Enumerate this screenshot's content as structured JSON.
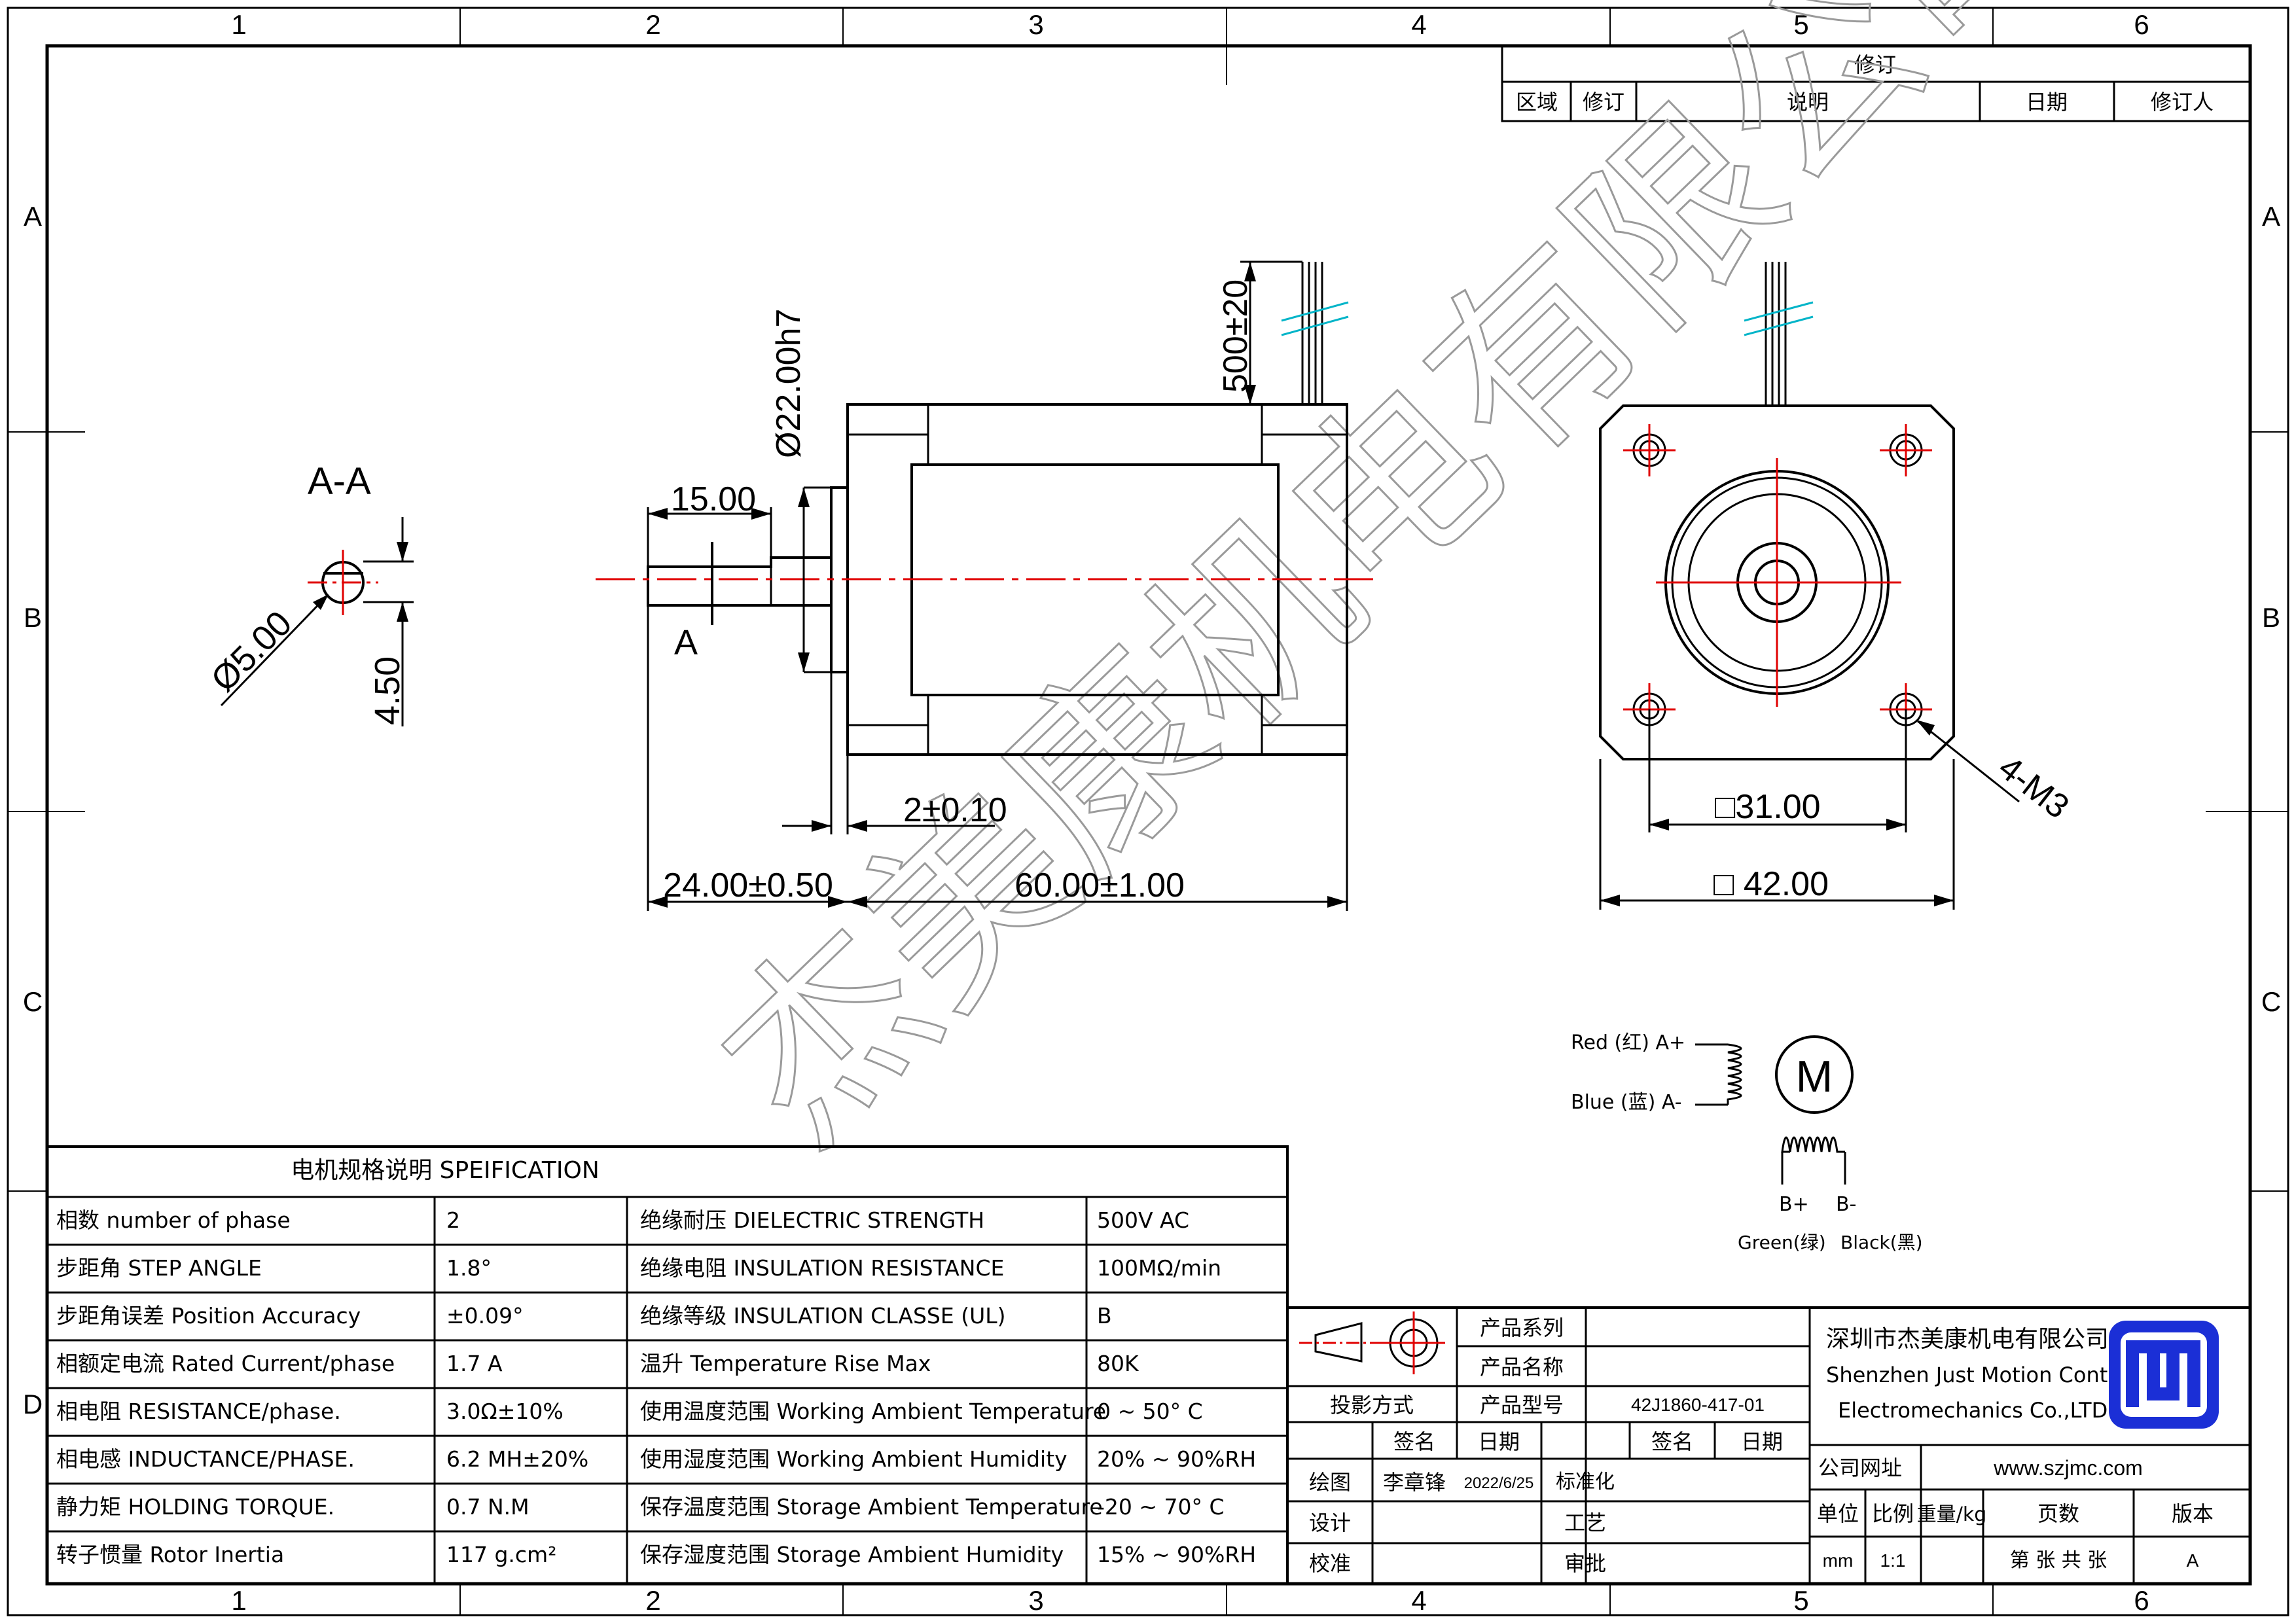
{
  "frame": {
    "top_cols": [
      "1",
      "2",
      "3",
      "4",
      "5",
      "6"
    ],
    "bottom_cols": [
      "1",
      "2",
      "3",
      "4",
      "5",
      "6"
    ],
    "left_rows": [
      "A",
      "B",
      "C",
      "D"
    ],
    "right_rows": [
      "A",
      "B",
      "C"
    ]
  },
  "revision": {
    "title": "修订",
    "headers": [
      "区域",
      "修订",
      "说明",
      "日期",
      "修订人"
    ]
  },
  "section_view": {
    "title": "A-A",
    "dia": "Ø5.00",
    "flat": "4.50"
  },
  "side_view": {
    "lead_len": "500±20",
    "boss_dia": "Ø22.00h7",
    "shaft_len": "15.00",
    "section_mark": "A",
    "boss_h": "2±0.10",
    "shaft_total": "24.00±0.50",
    "body_len": "60.00±1.00"
  },
  "front_view": {
    "hole_spacing": "□31.00",
    "flange": "□ 42.00",
    "screws": "4-M3"
  },
  "wiring": {
    "red": "Red (红) A+",
    "blue": "Blue (蓝) A-",
    "motor": "M",
    "b_plus": "B+",
    "b_minus": "B-",
    "green": "Green(绿)",
    "black": "Black(黑)"
  },
  "watermark": "杰美康机电有限公司",
  "spec": {
    "title": "电机规格说明 SPEIFICATION",
    "rows": [
      {
        "l": "相数 number of phase",
        "v": "2",
        "l2": "绝缘耐压 DIELECTRIC STRENGTH",
        "v2": "500V AC"
      },
      {
        "l": "步距角 STEP ANGLE",
        "v": "1.8°",
        "l2": "绝缘电阻 INSULATION RESISTANCE",
        "v2": "100MΩ/min"
      },
      {
        "l": "步距角误差 Position Accuracy",
        "v": "±0.09°",
        "l2": "绝缘等级 INSULATION CLASSE (UL)",
        "v2": "B"
      },
      {
        "l": "相额定电流 Rated Current/phase",
        "v": "1.7 A",
        "l2": "温升 Temperature Rise Max",
        "v2": "80K"
      },
      {
        "l": "相电阻 RESISTANCE/phase.",
        "v": "3.0Ω±10%",
        "l2": "使用温度范围 Working Ambient Temperature",
        "v2": "0 ~ 50° C"
      },
      {
        "l": "相电感 INDUCTANCE/PHASE.",
        "v": "6.2 MH±20%",
        "l2": "使用湿度范围 Working Ambient Humidity",
        "v2": "20% ~ 90%RH"
      },
      {
        "l": "静力矩 HOLDING TORQUE.",
        "v": "0.7 N.M",
        "l2": "保存温度范围 Storage Ambient Temperature",
        "v2": "-20 ~ 70° C"
      },
      {
        "l": "转子惯量 Rotor Inertia",
        "v": "117 g.cm²",
        "l2": "保存湿度范围 Storage Ambient Humidity",
        "v2": "15% ~ 90%RH"
      }
    ]
  },
  "titleblock": {
    "series": "产品系列",
    "name": "产品名称",
    "projection": "投影方式",
    "model_label": "产品型号",
    "model": "42J1860-417-01",
    "sign": "签名",
    "date": "日期",
    "sign2": "签名",
    "date2": "日期",
    "draw": "绘图",
    "drawer": "李章锋",
    "draw_date": "2022/6/25",
    "std": "标准化",
    "design": "设计",
    "process": "工艺",
    "check": "校准",
    "approve": "审批",
    "company_cn": "深圳市杰美康机电有限公司",
    "company_en1": "Shenzhen Just Motion Control",
    "company_en2": "Electromechanics Co.,LTD",
    "website_label": "公司网址",
    "website": "www.szjmc.com",
    "unit": "单位",
    "scale": "比例",
    "weight": "重量/kg",
    "pages": "页数",
    "version": "版本",
    "unit_v": "mm",
    "scale_v": "1:1",
    "pages_v": "第 张 共 张",
    "version_v": "A",
    "logo_text": "JM"
  },
  "colors": {
    "centerline": "#e00000",
    "cut": "#00b4c8",
    "logo": "#1b2fd6"
  }
}
